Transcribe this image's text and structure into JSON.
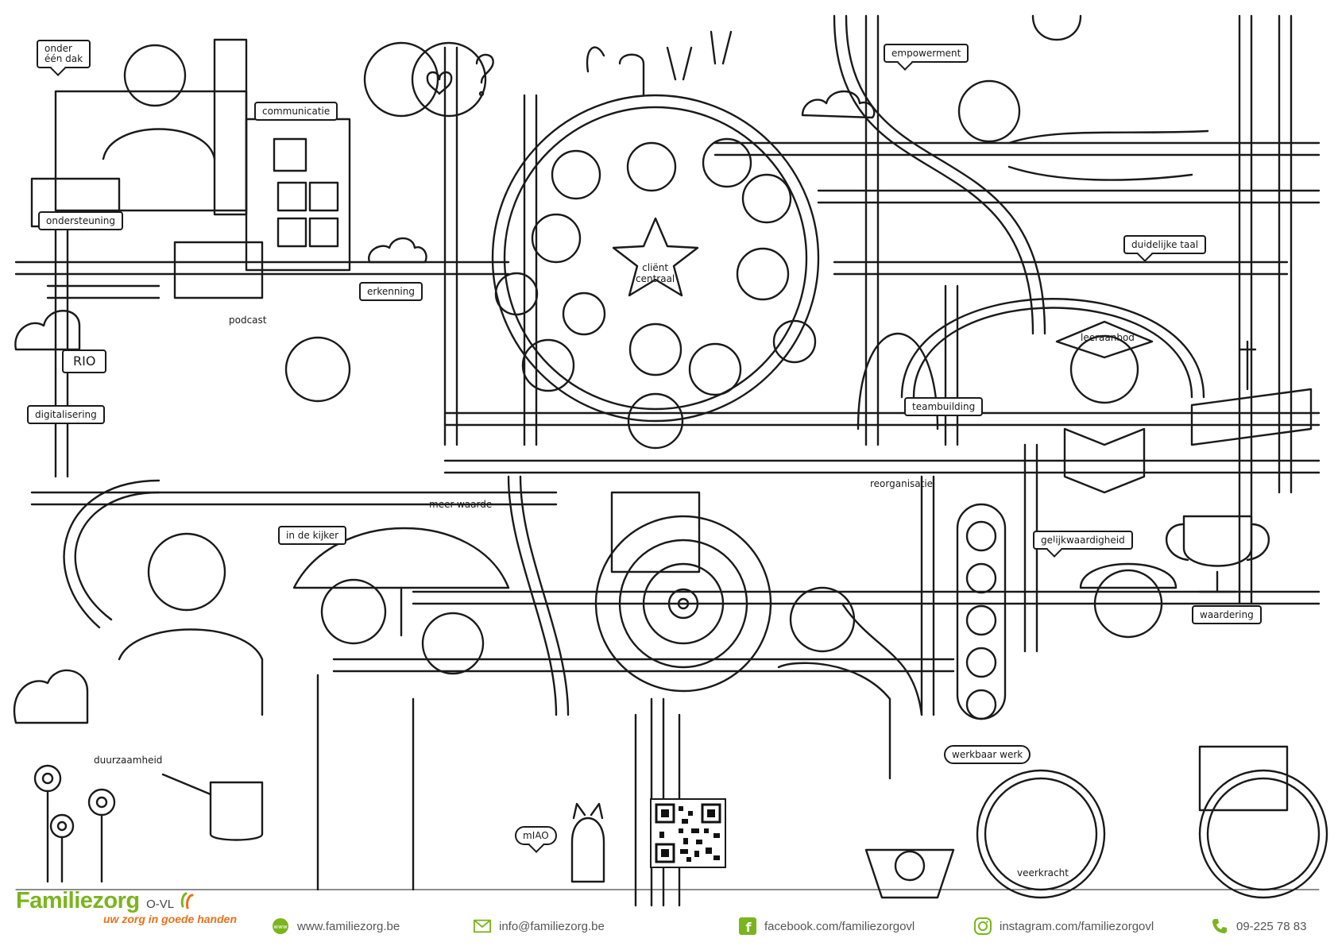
{
  "labels": {
    "onder_een_dak": "onder\néén dak",
    "communicatie": "communicatie",
    "ondersteuning": "ondersteuning",
    "podcast": "podcast",
    "erkenning": "erkenning",
    "rio": "RIO",
    "digitalisering": "digitalisering",
    "meer_waarde": "meer-waarde",
    "in_de_kijker": "in de kijker",
    "duurzaamheid": "duurzaamheid",
    "empowerment": "empowerment",
    "client_centraal": "cliënt\ncentraal",
    "duidelijke_taal": "duidelijke taal",
    "leeraanbod": "leeraanbod",
    "teambuilding": "teambuilding",
    "reorganisatie": "reorganisatie",
    "gelijkwaardigheid": "gelijkwaardigheid",
    "waardering": "waardering",
    "werkbaar_werk": "werkbaar werk",
    "veerkracht": "veerkracht",
    "miao": "mIAO"
  },
  "brand": {
    "name": "Familiezorg",
    "suffix": "O-VL",
    "tagline": "uw zorg in goede handen",
    "colors": {
      "green": "#7ab51d",
      "orange": "#e8711a"
    }
  },
  "contacts": [
    {
      "icon": "globe-icon",
      "text": "www.familiezorg.be"
    },
    {
      "icon": "mail-icon",
      "text": "info@familiezorg.be"
    },
    {
      "icon": "facebook-icon",
      "text": "facebook.com/familiezorgovl"
    },
    {
      "icon": "instagram-icon",
      "text": "instagram.com/familiezorgovl"
    },
    {
      "icon": "phone-icon",
      "text": "09-225 78 83"
    }
  ]
}
